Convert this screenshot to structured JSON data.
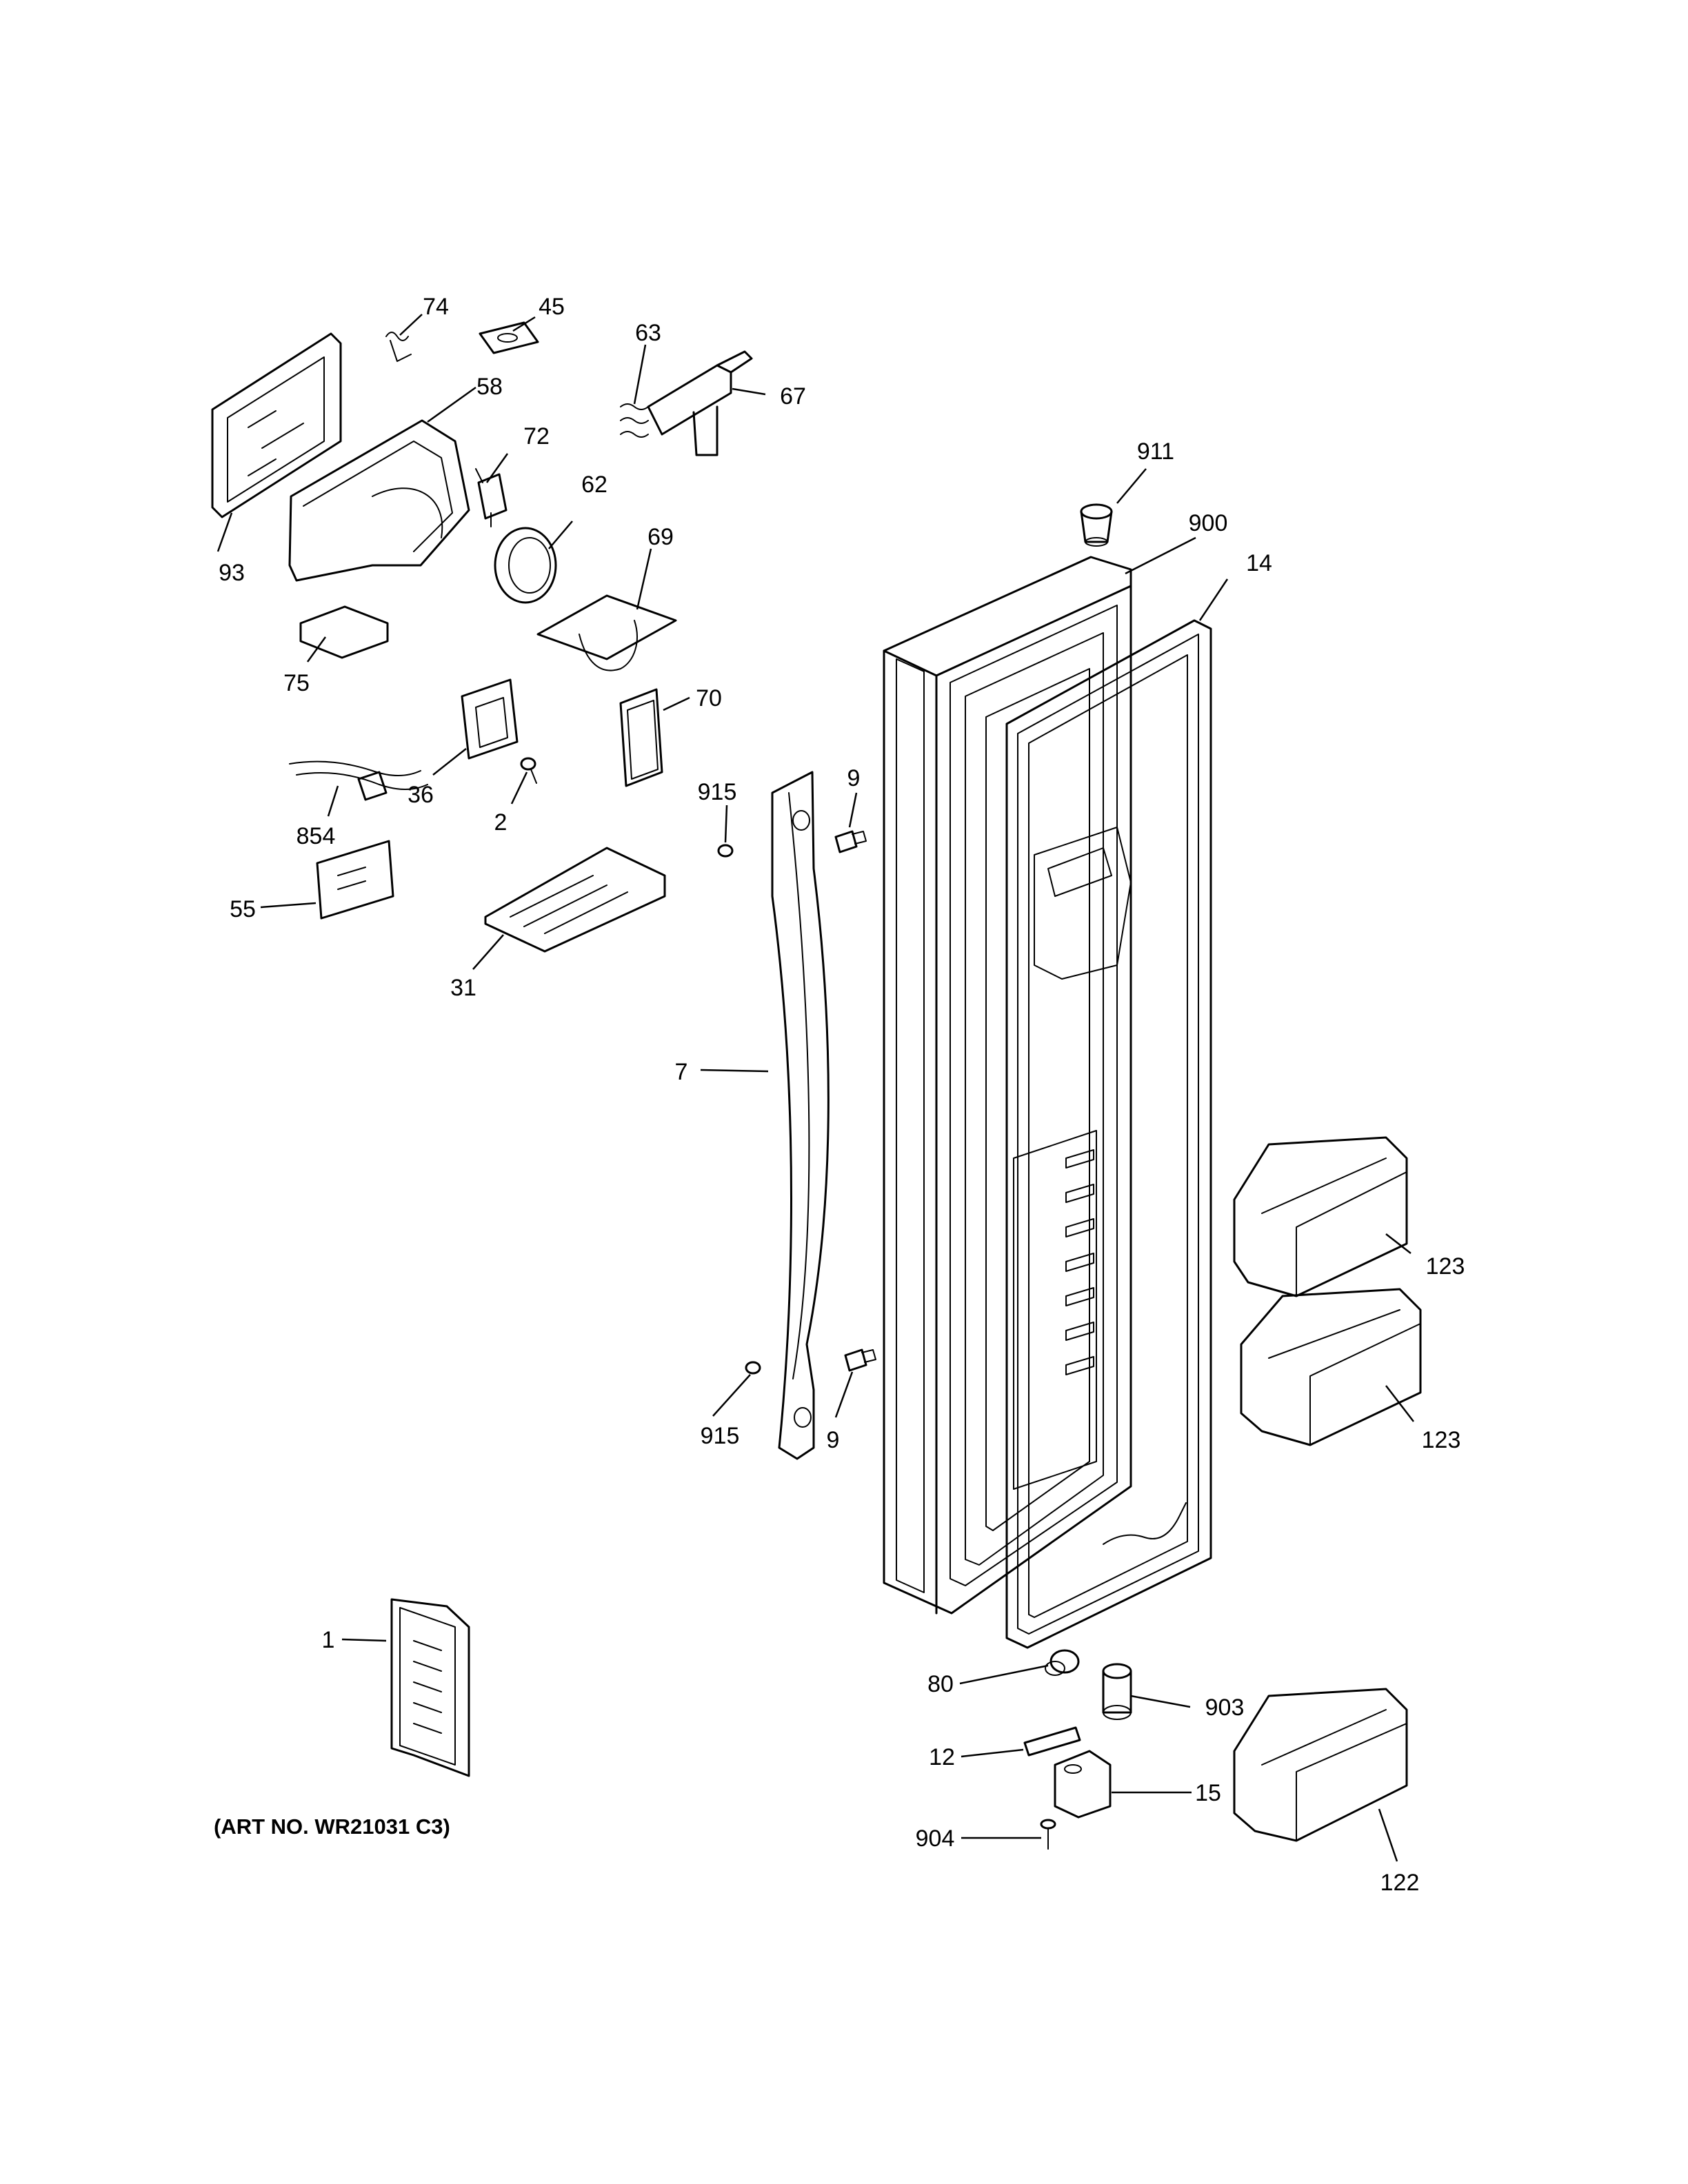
{
  "art_number": "(ART NO. WR21031 C3)",
  "callouts": [
    {
      "id": "74",
      "label": "74"
    },
    {
      "id": "45",
      "label": "45"
    },
    {
      "id": "63",
      "label": "63"
    },
    {
      "id": "67",
      "label": "67"
    },
    {
      "id": "58",
      "label": "58"
    },
    {
      "id": "72",
      "label": "72"
    },
    {
      "id": "62",
      "label": "62"
    },
    {
      "id": "93",
      "label": "93"
    },
    {
      "id": "69",
      "label": "69"
    },
    {
      "id": "911",
      "label": "911"
    },
    {
      "id": "900",
      "label": "900"
    },
    {
      "id": "14",
      "label": "14"
    },
    {
      "id": "75",
      "label": "75"
    },
    {
      "id": "70",
      "label": "70"
    },
    {
      "id": "36",
      "label": "36"
    },
    {
      "id": "2",
      "label": "2"
    },
    {
      "id": "915a",
      "label": "915"
    },
    {
      "id": "9a",
      "label": "9"
    },
    {
      "id": "854",
      "label": "854"
    },
    {
      "id": "55",
      "label": "55"
    },
    {
      "id": "31",
      "label": "31"
    },
    {
      "id": "7",
      "label": "7"
    },
    {
      "id": "123a",
      "label": "123"
    },
    {
      "id": "123b",
      "label": "123"
    },
    {
      "id": "915b",
      "label": "915"
    },
    {
      "id": "9b",
      "label": "9"
    },
    {
      "id": "1",
      "label": "1"
    },
    {
      "id": "80",
      "label": "80"
    },
    {
      "id": "903",
      "label": "903"
    },
    {
      "id": "12",
      "label": "12"
    },
    {
      "id": "15",
      "label": "15"
    },
    {
      "id": "904",
      "label": "904"
    },
    {
      "id": "122",
      "label": "122"
    }
  ]
}
